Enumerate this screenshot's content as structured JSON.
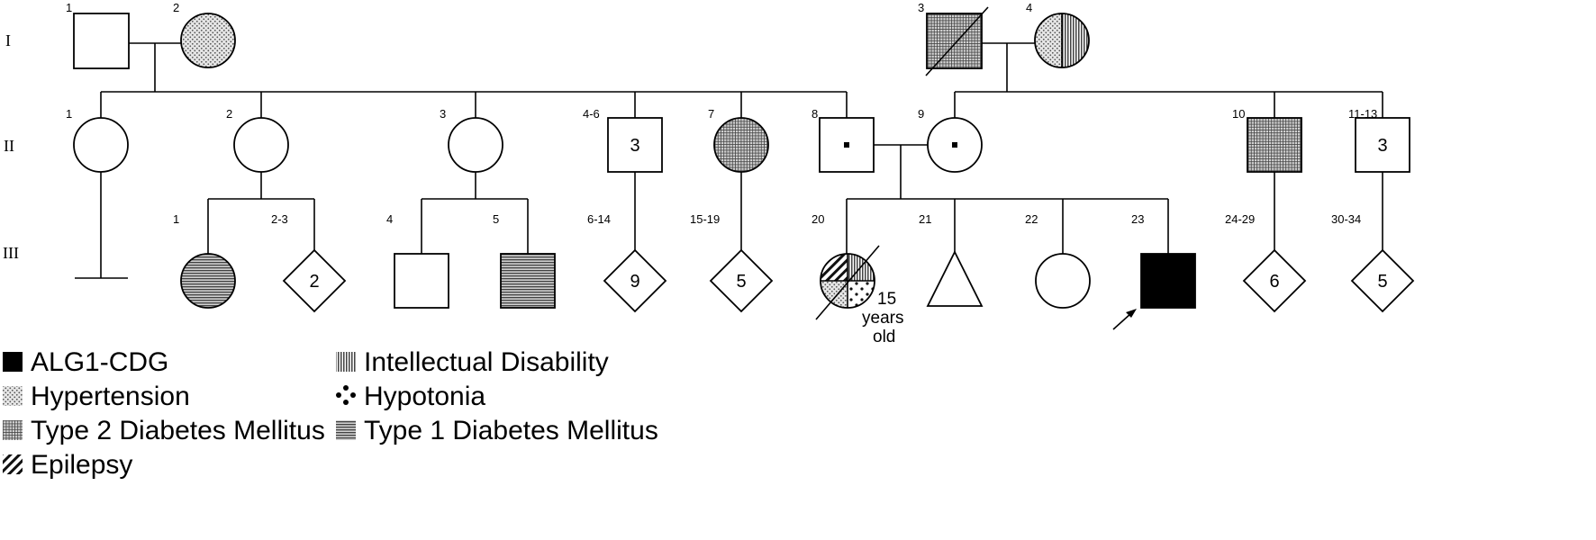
{
  "generations": [
    "I",
    "II",
    "III"
  ],
  "gen1": {
    "p1": {
      "id": "1"
    },
    "p2": {
      "id": "2"
    },
    "p3": {
      "id": "3"
    },
    "p4": {
      "id": "4"
    }
  },
  "gen2": {
    "p1": {
      "id": "1"
    },
    "p2": {
      "id": "2"
    },
    "p3": {
      "id": "3"
    },
    "p4": {
      "id": "4-6",
      "count": "3"
    },
    "p7": {
      "id": "7"
    },
    "p8": {
      "id": "8"
    },
    "p9": {
      "id": "9"
    },
    "p10": {
      "id": "10"
    },
    "p11": {
      "id": "11-13",
      "count": "3"
    }
  },
  "gen3": {
    "p1": {
      "id": "1"
    },
    "p2": {
      "id": "2-3",
      "count": "2"
    },
    "p4": {
      "id": "4"
    },
    "p5": {
      "id": "5"
    },
    "p6": {
      "id": "6-14",
      "count": "9"
    },
    "p15": {
      "id": "15-19",
      "count": "5"
    },
    "p20": {
      "id": "20",
      "age_line1": "15",
      "age_line2": "years",
      "age_line3": "old"
    },
    "p21": {
      "id": "21"
    },
    "p22": {
      "id": "22"
    },
    "p23": {
      "id": "23"
    },
    "p24": {
      "id": "24-29",
      "count": "6"
    },
    "p30": {
      "id": "30-34",
      "count": "5"
    }
  },
  "legend": {
    "alg1": "ALG1-CDG",
    "hypertension": "Hypertension",
    "t2dm": "Type 2 Diabetes Mellitus",
    "epilepsy": "Epilepsy",
    "intellectual": "Intellectual Disability",
    "hypotonia": "Hypotonia",
    "t1dm": "Type 1 Diabetes Mellitus"
  },
  "colors": {
    "line": "#000000",
    "affected_alg1": "#000000",
    "background": "#ffffff"
  }
}
